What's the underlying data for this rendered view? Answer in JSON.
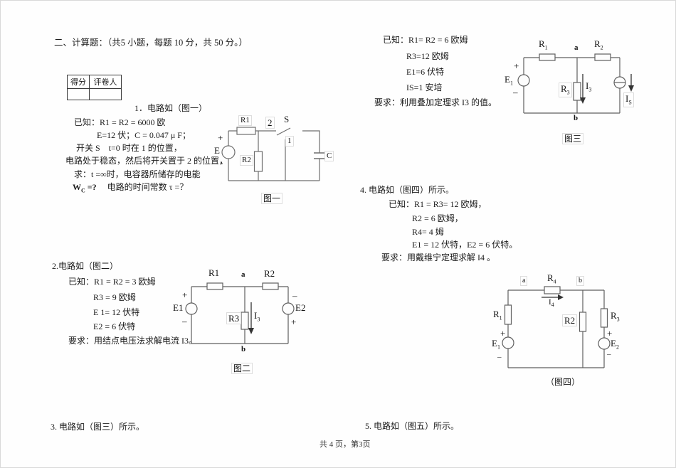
{
  "page": {
    "section_title": "二、计算题：（共5 小题，每题 10 分，共 50 分。）",
    "footer": "共 4 页，第3页"
  },
  "score_table": {
    "col1": "得分",
    "col2": "评卷人"
  },
  "q1": {
    "title": "1．电路如（图一）",
    "lines": [
      "已知：R1 = R2 = 6000 欧",
      "E=12 伏；C = 0.047 μ F；",
      "开关 S　t=0 时在 1 的位置，",
      "电路处于稳态，然后将开关置于 2 的位置，",
      "求：t =∞时，电容器所储存的电能"
    ],
    "w": {
      "base": "W",
      "sub": "C",
      "eq": " =?",
      "rest": "　 电路的时间常数 τ =？"
    }
  },
  "q2": {
    "title": "2.电路如（图二）",
    "lines": [
      "已知：R1 = R2 = 3 欧姆",
      "R3 = 9 欧姆",
      "E 1= 12 伏特",
      "E2 = 6 伏特",
      "要求：用结点电压法求解电流 I3。"
    ]
  },
  "q3": {
    "lines": [
      "已知：R1= R2 = 6 欧姆",
      "R3=12 欧姆",
      "E1=6  伏特",
      "IS=1  安培",
      "要求：利用叠加定理求 I3 的值。"
    ],
    "ref_line": "3.  电路如（图三）所示。"
  },
  "q4": {
    "title": "4. 电路如（图四）所示。",
    "lines": [
      "已知：R1 = R3= 12 欧姆，",
      "R2 = 6 欧姆，",
      "R4= 4 姆",
      "E1 = 12 伏特，E2 = 6 伏特。",
      "要求：用戴维宁定理求解 I4 。"
    ]
  },
  "q5": {
    "ref_line": "5. 电路如（图五）所示。"
  },
  "fig1": {
    "caption": "图一",
    "labels": {
      "e": "E",
      "plus": "+",
      "minus": "-",
      "r1": "R1",
      "r2": "R2",
      "s": "S",
      "pos2": "2",
      "pos1": "1",
      "c": "C"
    }
  },
  "fig2": {
    "caption": "图二",
    "labels": {
      "e1": "E1",
      "e2": "E2",
      "plus": "+",
      "minus": "–",
      "r1": "R1",
      "r2": "R2",
      "r3": "R3",
      "a": "a",
      "b": "b",
      "i3": {
        "b": "I",
        "s": "3"
      }
    }
  },
  "fig3": {
    "caption": "图三",
    "labels": {
      "r1": {
        "b": "R",
        "s": "1"
      },
      "r2": {
        "b": "R",
        "s": "2"
      },
      "r3": {
        "b": "R",
        "s": "3"
      },
      "e1": {
        "b": "E",
        "s": "1"
      },
      "i3": {
        "b": "I",
        "s": "3"
      },
      "is": {
        "b": "I",
        "s": "S"
      },
      "a": "a",
      "b": "b",
      "plus": "+",
      "minus": "–"
    }
  },
  "fig4": {
    "caption": "（图四）",
    "labels": {
      "a": "a",
      "b": "b",
      "r1": {
        "b": "R",
        "s": "1"
      },
      "r3": {
        "b": "R",
        "s": "3"
      },
      "r4": {
        "b": "R",
        "s": "4"
      },
      "i4": {
        "b": "I",
        "s": "4"
      },
      "e1": {
        "b": "E",
        "s": "1"
      },
      "e2": {
        "b": "E",
        "s": "2"
      },
      "r2": "R2",
      "plus": "+",
      "minus": "–"
    }
  }
}
